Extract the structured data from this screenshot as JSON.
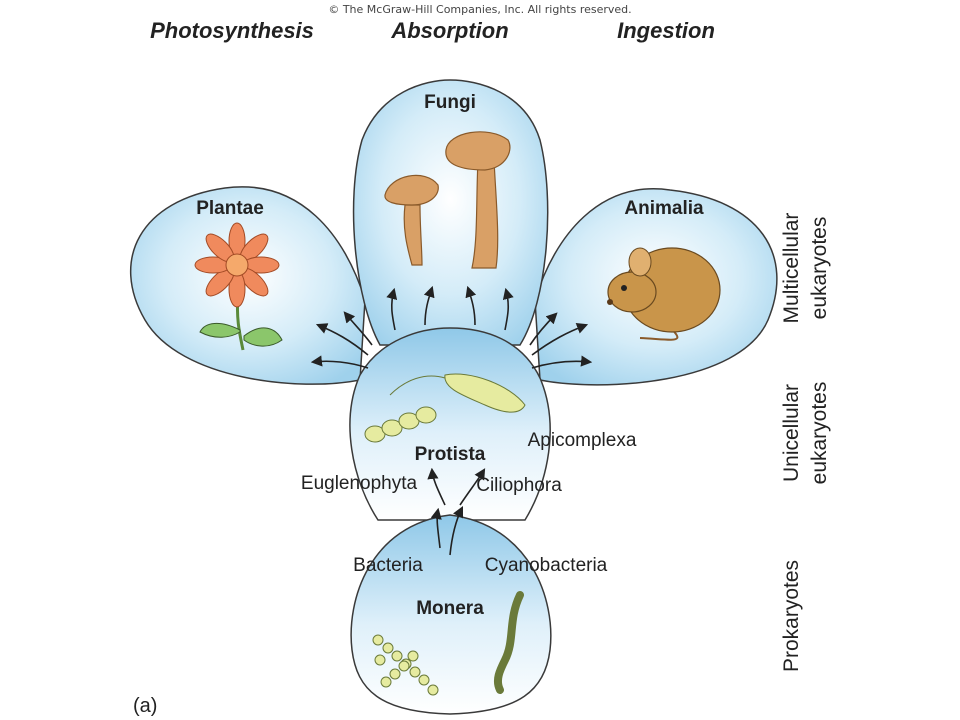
{
  "copyright": "© The McGraw-Hill Companies, Inc. All rights reserved.",
  "nutrition_modes": {
    "photosynthesis": "Photosynthesis",
    "absorption": "Absorption",
    "ingestion": "Ingestion"
  },
  "kingdoms": {
    "fungi": "Fungi",
    "plantae": "Plantae",
    "animalia": "Animalia",
    "protista": "Protista",
    "monera": "Monera"
  },
  "groups": {
    "apicomplexa": "Apicomplexa",
    "euglenophyta": "Euglenophyta",
    "ciliophora": "Ciliophora",
    "bacteria": "Bacteria",
    "cyanobacteria": "Cyanobacteria"
  },
  "side_labels": {
    "multicellular_1": "Multicellular",
    "multicellular_2": "eukaryotes",
    "unicellular_1": "Unicellular",
    "unicellular_2": "eukaryotes",
    "prokaryotes": "Prokaryotes"
  },
  "panel_label": "(a)",
  "colors": {
    "lobe_light": "#ffffff",
    "lobe_dark": "#9fd1ec",
    "outline": "#3a3a3a",
    "flower": "#f08a5d",
    "mushroom": "#d9a066",
    "mouse": "#c9954a",
    "cells": "#e6eba0"
  }
}
